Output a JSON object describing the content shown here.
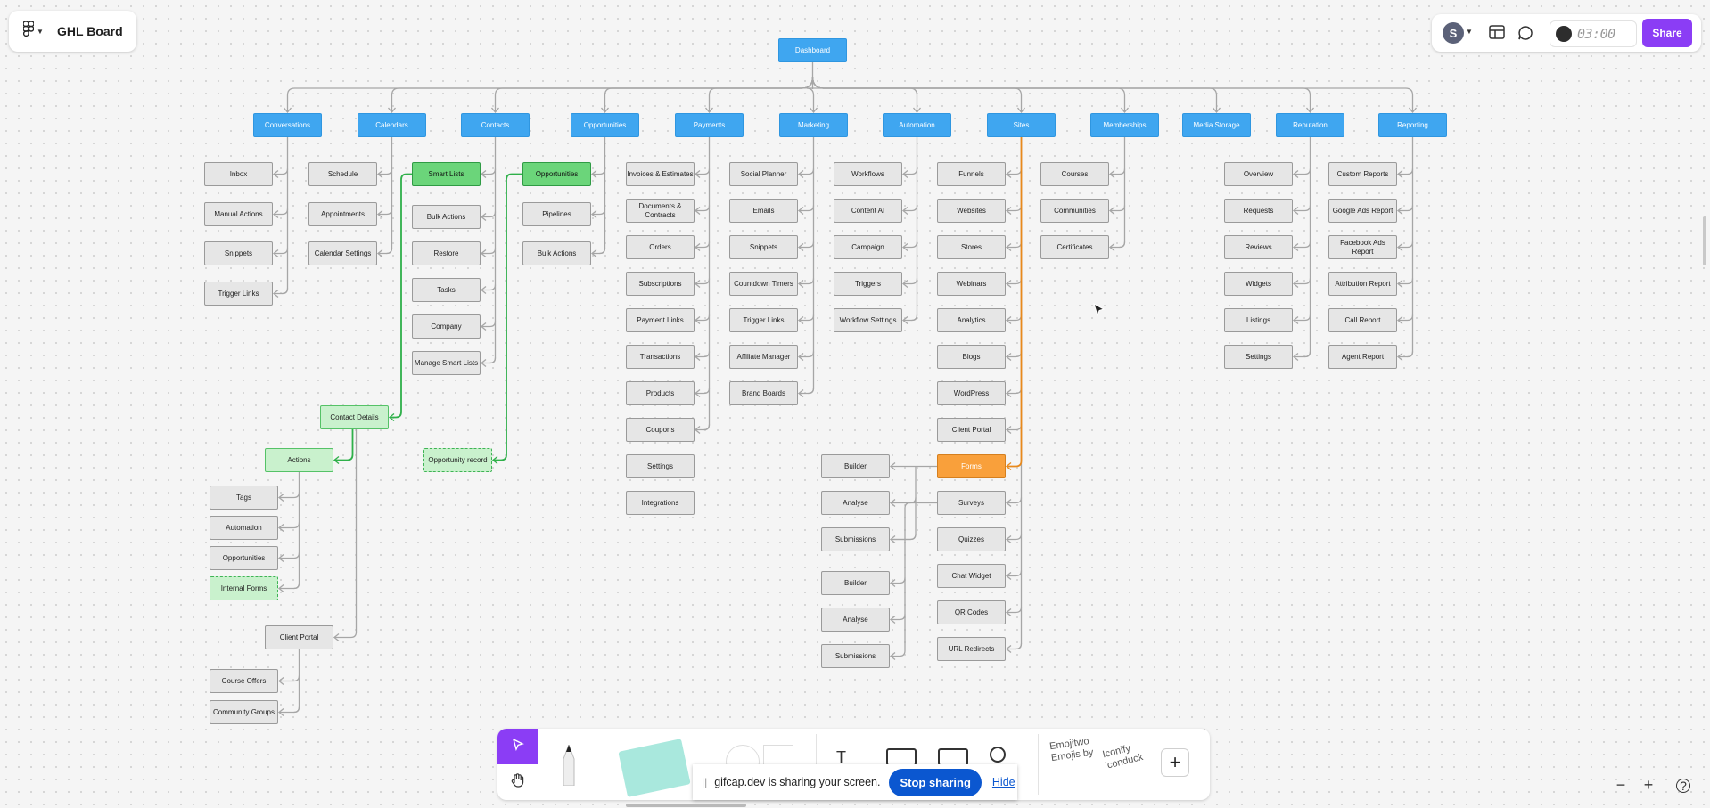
{
  "board": {
    "title": "GHL Board"
  },
  "topbar": {
    "avatar_initial": "S",
    "timer": "03:00",
    "share_label": "Share"
  },
  "nodes": {
    "dashboard": "Dashboard",
    "conversations": "Conversations",
    "calendars": "Calendars",
    "contacts": "Contacts",
    "opportunities": "Opportunities",
    "payments": "Payments",
    "marketing": "Marketing",
    "automation": "Automation",
    "sites": "Sites",
    "memberships": "Memberships",
    "media_storage": "Media Storage",
    "reputation": "Reputation",
    "reporting": "Reporting",
    "conv_inbox": "Inbox",
    "conv_manual": "Manual Actions",
    "conv_snippets": "Snippets",
    "conv_trigger": "Trigger Links",
    "cal_schedule": "Schedule",
    "cal_appointments": "Appointments",
    "cal_settings": "Calendar Settings",
    "con_smart": "Smart Lists",
    "con_bulk": "Bulk Actions",
    "con_restore": "Restore",
    "con_tasks": "Tasks",
    "con_company": "Company",
    "con_manage": "Manage Smart Lists",
    "opp_opps": "Opportunities",
    "opp_pipelines": "Pipelines",
    "opp_bulk": "Bulk Actions",
    "pay_invoices": "Invoices & Estimates",
    "pay_docs": "Documents & Contracts",
    "pay_orders": "Orders",
    "pay_subs": "Subscriptions",
    "pay_links": "Payment Links",
    "pay_trans": "Transactions",
    "pay_products": "Products",
    "pay_coupons": "Coupons",
    "pay_settings": "Settings",
    "pay_integrations": "Integrations",
    "mkt_social": "Social Planner",
    "mkt_emails": "Emails",
    "mkt_snippets": "Snippets",
    "mkt_countdown": "Countdown Timers",
    "mkt_trigger": "Trigger Links",
    "mkt_affiliate": "Affiliate Manager",
    "mkt_brand": "Brand Boards",
    "aut_workflows": "Workflows",
    "aut_content": "Content AI",
    "aut_campaign": "Campaign",
    "aut_triggers": "Triggers",
    "aut_settings": "Workflow Settings",
    "site_funnels": "Funnels",
    "site_websites": "Websites",
    "site_stores": "Stores",
    "site_webinars": "Webinars",
    "site_analytics": "Analytics",
    "site_blogs": "Blogs",
    "site_wordpress": "WordPress",
    "site_portal": "Client Portal",
    "site_forms": "Forms",
    "site_surveys": "Surveys",
    "site_quizzes": "Quizzes",
    "site_chat": "Chat Widget",
    "site_qr": "QR Codes",
    "site_url": "URL Redirects",
    "form_builder": "Builder",
    "form_analyse": "Analyse",
    "form_subs": "Submissions",
    "survey_builder": "Builder",
    "survey_analyse": "Analyse",
    "survey_subs": "Submissions",
    "mem_courses": "Courses",
    "mem_communities": "Communities",
    "mem_certificates": "Certificates",
    "rep_overview": "Overview",
    "rep_requests": "Requests",
    "rep_reviews": "Reviews",
    "rep_widgets": "Widgets",
    "rep_listings": "Listings",
    "rep_settings": "Settings",
    "rpt_custom": "Custom Reports",
    "rpt_google": "Google Ads Report",
    "rpt_facebook": "Facebook Ads Report",
    "rpt_attribution": "Attribution Report",
    "rpt_call": "Call Report",
    "rpt_agent": "Agent Report",
    "contact_details": "Contact Details",
    "actions": "Actions",
    "opp_record": "Opportunity record",
    "act_tags": "Tags",
    "act_automation": "Automation",
    "act_opps": "Opportunities",
    "act_forms": "Internal Forms",
    "client_portal": "Client Portal",
    "cp_courses": "Course Offers",
    "cp_groups": "Community Groups"
  },
  "sharebar": {
    "message": "gifcap.dev is sharing your screen.",
    "stop_label": "Stop sharing",
    "hide_label": "Hide"
  },
  "toolbar": {
    "emoji_a": "Emojitwo Emojis by",
    "emoji_b": "Iconify 'conduck"
  },
  "colors": {
    "accent": "#8b3df5",
    "head": "#3fa6f0",
    "green": "#6bd57a",
    "orange": "#f9a03b"
  }
}
